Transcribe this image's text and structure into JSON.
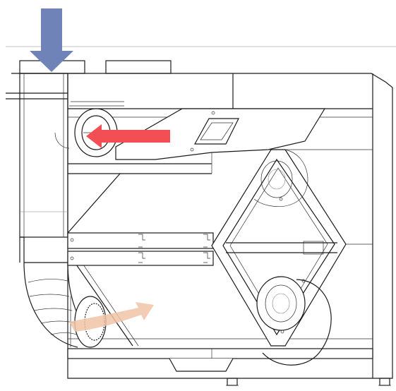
{
  "diagram": {
    "colors": {
      "background": "#ffffff",
      "line": "#1a1a1a",
      "light_line": "#888888",
      "down_arrow": "#6f83b8",
      "intake_arrow": "#f24f55",
      "exhaust_arrow": "#f0c3a6"
    },
    "arrows": [
      {
        "name": "supply-air-down-arrow",
        "color": "#6f83b8",
        "direction": "down"
      },
      {
        "name": "intake-red-arrow",
        "color": "#f24f55",
        "direction": "left"
      },
      {
        "name": "exhaust-curved-arrow",
        "color": "#f0c3a6",
        "direction": "up-right"
      }
    ]
  }
}
